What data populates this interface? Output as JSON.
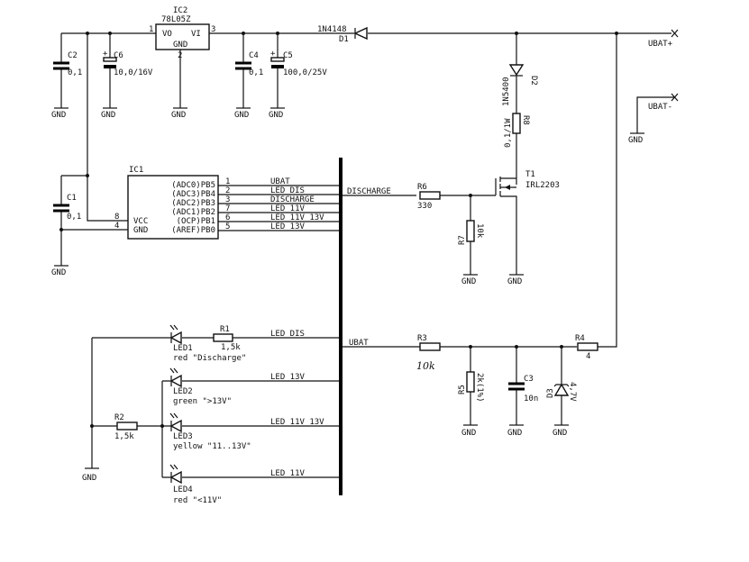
{
  "components": {
    "ic2": {
      "ref": "IC2",
      "value": "78L05Z",
      "pin_vo": "VO",
      "pin_vi": "VI",
      "pin_gnd": "GND",
      "pin1": "1",
      "pin2": "2",
      "pin3": "3"
    },
    "ic1": {
      "ref": "IC1",
      "pin_vcc": "VCC",
      "pin_gnd": "GND",
      "vcc_num": "8",
      "gnd_num": "4",
      "pins": [
        {
          "name": "(ADC0)PB5",
          "num": "1",
          "net": "UBAT"
        },
        {
          "name": "(ADC3)PB4",
          "num": "2",
          "net": "LED_DIS"
        },
        {
          "name": "(ADC2)PB3",
          "num": "3",
          "net": "DISCHARGE"
        },
        {
          "name": "(ADC1)PB2",
          "num": "7",
          "net": "LED_11V"
        },
        {
          "name": "(OCP)PB1",
          "num": "6",
          "net": "LED_11V_13V"
        },
        {
          "name": "(AREF)PB0",
          "num": "5",
          "net": "LED_13V"
        }
      ]
    },
    "c1": {
      "ref": "C1",
      "value": "0,1"
    },
    "c2": {
      "ref": "C2",
      "value": "0,1"
    },
    "c6": {
      "ref": "C6",
      "value": "10,0/16V"
    },
    "c4": {
      "ref": "C4",
      "value": "0,1"
    },
    "c5": {
      "ref": "C5",
      "value": "100,0/25V"
    },
    "c3": {
      "ref": "C3",
      "value": "10n"
    },
    "d1": {
      "ref": "D1",
      "value": "1N4148"
    },
    "d2": {
      "ref": "D2",
      "value": "1N5400"
    },
    "d3": {
      "ref": "D3",
      "value": "4,7V"
    },
    "r8": {
      "ref": "R8",
      "value": "0,1/1W"
    },
    "r6": {
      "ref": "R6",
      "value": "330"
    },
    "r7": {
      "ref": "R7",
      "value": "10k"
    },
    "r3": {
      "ref": "R3",
      "value": "10k"
    },
    "r5": {
      "ref": "R5",
      "value": "2k(1%)"
    },
    "r4": {
      "ref": "R4",
      "value": "4"
    },
    "r1": {
      "ref": "R1",
      "value": "1,5k"
    },
    "r2": {
      "ref": "R2",
      "value": "1,5k"
    },
    "t1": {
      "ref": "T1",
      "value": "IRL2203"
    },
    "led1": {
      "ref": "LED1",
      "desc": "red \"Discharge\""
    },
    "led2": {
      "ref": "LED2",
      "desc": "green \">13V\""
    },
    "led3": {
      "ref": "LED3",
      "desc": "yellow \"11..13V\""
    },
    "led4": {
      "ref": "LED4",
      "desc": "red \"<11V\""
    }
  },
  "nets": {
    "gnd": "GND",
    "ubat_plus": "UBAT+",
    "ubat_minus": "UBAT-",
    "discharge": "DISCHARGE",
    "ubat": "UBAT",
    "led_dis": "LED_DIS",
    "led_13v": "LED_13V",
    "led_11v_13v": "LED_11V_13V",
    "led_11v": "LED_11V"
  }
}
